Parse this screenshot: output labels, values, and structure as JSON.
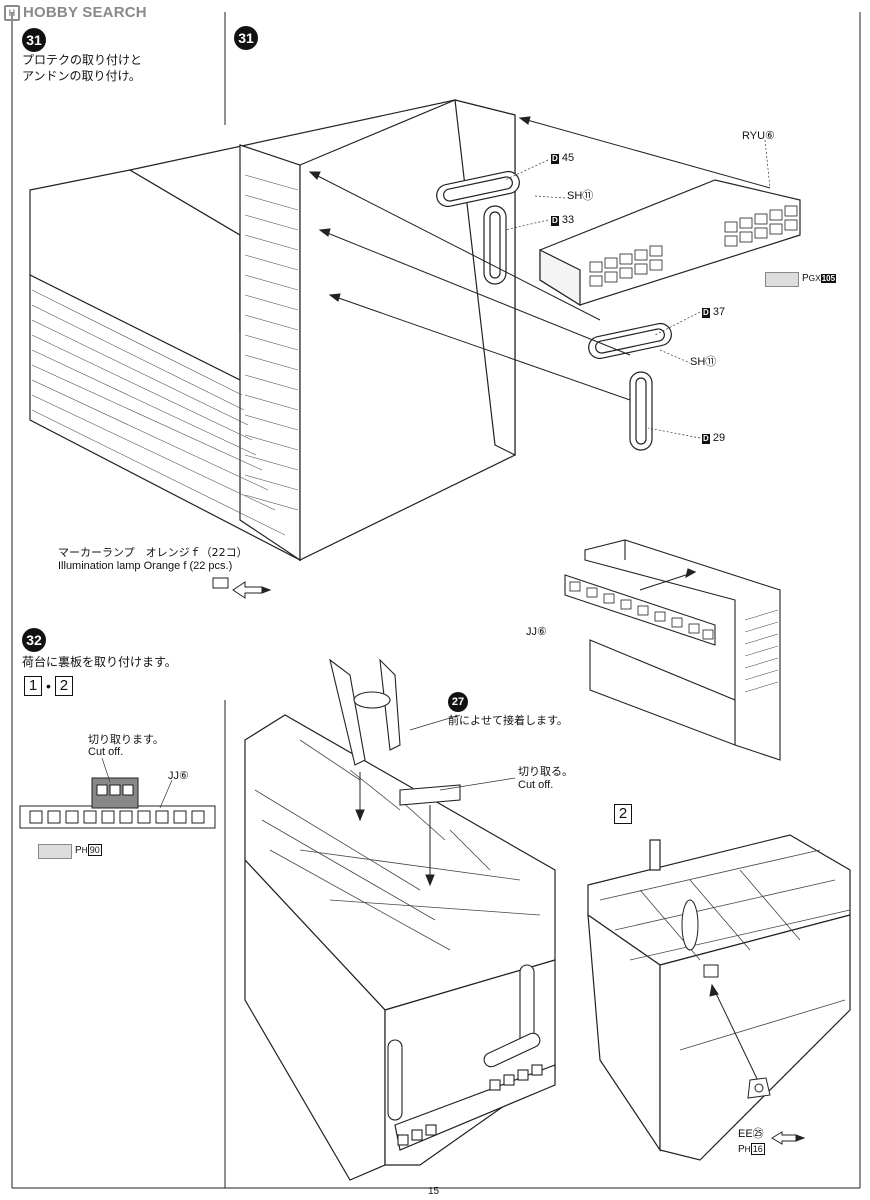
{
  "watermark": {
    "text": "HOBBY SEARCH"
  },
  "step31": {
    "number": "31",
    "caption": "プロテクの取り付けと\nアンドンの取り付け。",
    "part_ryu": "RYU⑥",
    "part_d45": "45",
    "part_d33": "33",
    "part_d37": "37",
    "part_d29": "29",
    "d_letter": "D",
    "sh11_a": "SH⑪",
    "sh11_b": "SH⑪",
    "paint_code": "P",
    "paint_sub": "GX",
    "paint_num": "105",
    "marker_jp": "マーカーランプ　オレンジｆ（22コ）",
    "marker_en": "Illumination lamp Orange f (22 pcs.)",
    "jj_label": "JJ⑥"
  },
  "step32": {
    "number": "32",
    "caption": "荷台に裏板を取り付けます。",
    "box1": "1",
    "dot": "•",
    "box2": "2",
    "cut_jp": "切り取ります。",
    "cut_en": "Cut off.",
    "jj_label": "JJ⑥",
    "paint_code": "P",
    "paint_sub": "H",
    "paint_num": "90",
    "ref_step": "27",
    "attach_note": "前によせて接着します。",
    "cut2_jp": "切り取る。",
    "cut2_en": "Cut off.",
    "sub2": "2",
    "ee_label": "EE㉕",
    "ee_paint": "P",
    "ee_paint_sub": "H",
    "ee_paint_num": "16"
  },
  "page_number": "15"
}
